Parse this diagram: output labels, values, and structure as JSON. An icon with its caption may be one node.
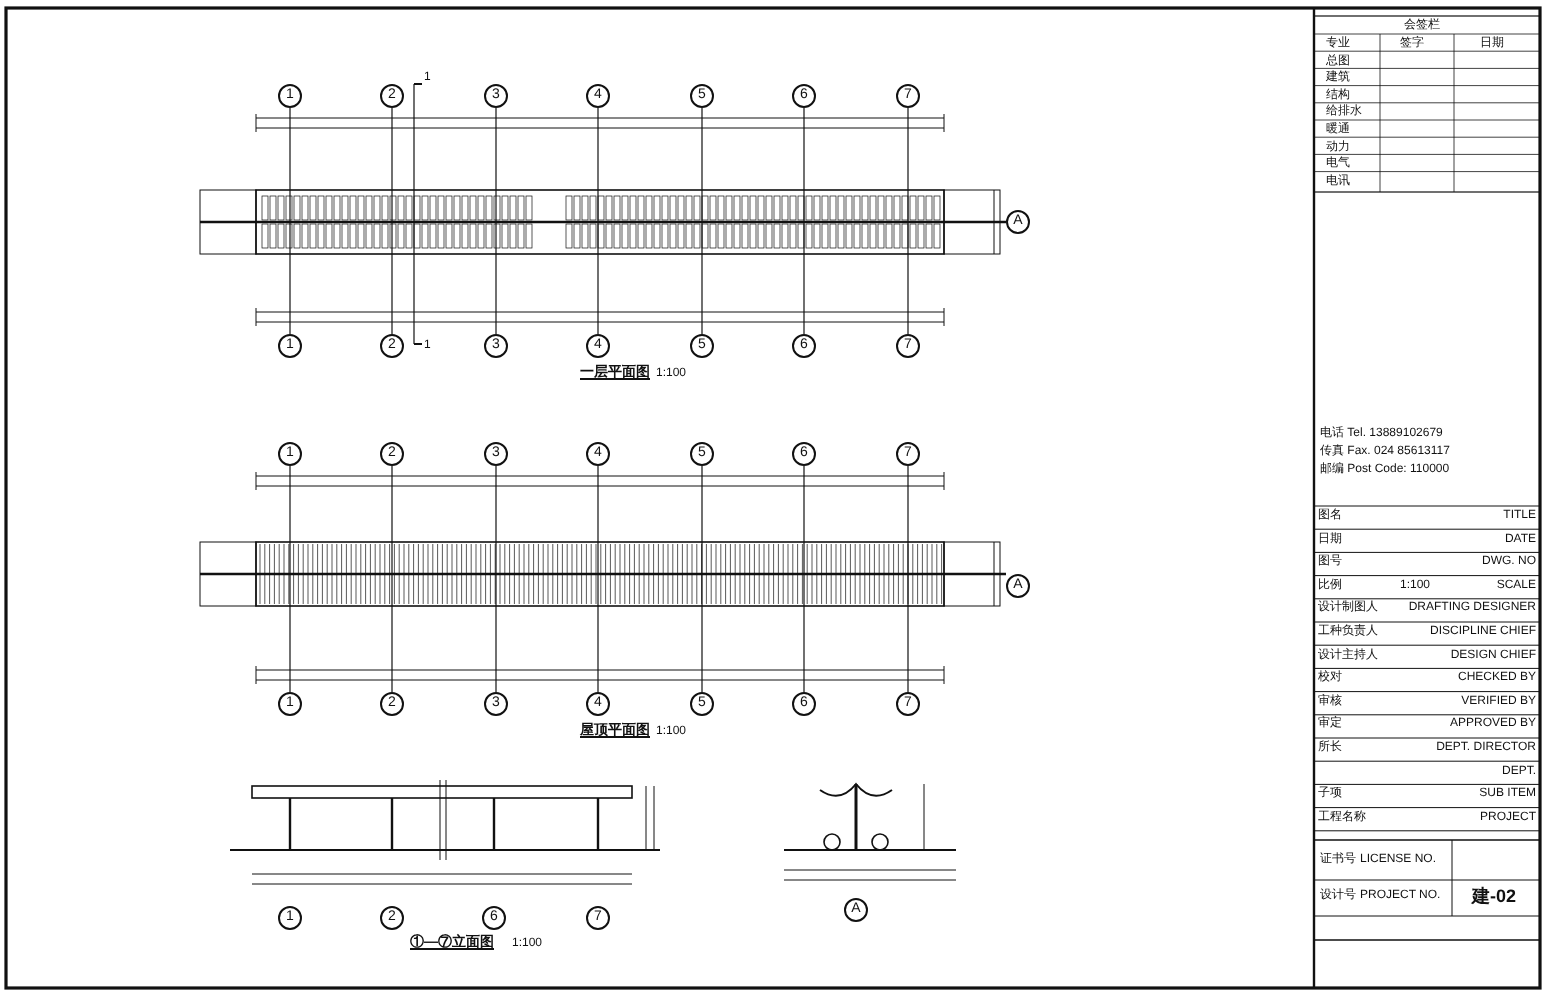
{
  "diagram": {
    "labels": [
      "1",
      "2",
      "3",
      "4",
      "5",
      "6",
      "7",
      "A",
      "1",
      "2",
      "3",
      "4",
      "5",
      "6",
      "7",
      "1",
      "1",
      "一层平面图",
      "1:100",
      "1",
      "2",
      "3",
      "4",
      "5",
      "6",
      "7",
      "A",
      "1",
      "2",
      "3",
      "4",
      "5",
      "6",
      "7",
      "屋顶平面图",
      "1:100",
      "1",
      "2",
      "6",
      "7",
      "①—⑦立面图",
      "1:100",
      "A",
      "会签栏",
      "专业",
      "签字",
      "日期",
      "总图",
      "建筑",
      "结构",
      "给排水",
      "暖通",
      "动力",
      "电气",
      "电讯",
      "电话 Tel. 13889102679",
      "传真 Fax. 024 85613117",
      "邮编 Post Code: 110000",
      "图名",
      "TITLE",
      "日期",
      "DATE",
      "图号",
      "DWG. NO",
      "比例",
      "1:100",
      "SCALE",
      "设计制图人",
      "DRAFTING DESIGNER",
      "工种负责人",
      "DISCIPLINE CHIEF",
      "设计主持人",
      "DESIGN CHIEF",
      "校对",
      "CHECKED BY",
      "审核",
      "VERIFIED BY",
      "审定",
      "APPROVED BY",
      "所长",
      "DEPT. DIRECTOR",
      "DEPT.",
      "子项",
      "SUB ITEM",
      "工程名称",
      "PROJECT",
      "证书号",
      "LICENSE NO.",
      "设计号",
      "PROJECT NO.",
      "建-02"
    ]
  }
}
